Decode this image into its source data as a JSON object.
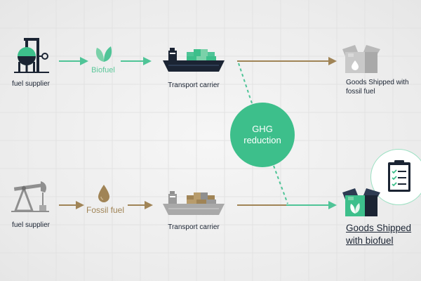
{
  "top_row": {
    "supplier_label": "fuel supplier",
    "fuel_label": "Biofuel",
    "carrier_label": "Transport carrier",
    "goods_label_line1": "Goods Shipped with",
    "goods_label_line2": "fossil fuel"
  },
  "bottom_row": {
    "supplier_label": "fuel supplier",
    "fuel_label": "Fossil fuel",
    "carrier_label": "Transport carrier",
    "goods_label_line1": "Goods Shipped",
    "goods_label_line2": "with biofuel"
  },
  "center": {
    "ghg_line1": "GHG",
    "ghg_line2": "reduction"
  },
  "colors": {
    "green": "#3dbf8b",
    "navy": "#1b2433",
    "gold": "#a08456",
    "gray": "#8f8f8f"
  },
  "icons": {
    "top_supplier": "gas-refinery-icon",
    "bottom_supplier": "oil-pump-icon",
    "biofuel": "leaf-icon",
    "fossil_fuel": "oil-drop-icon",
    "ship": "cargo-ship-icon",
    "box": "package-box-icon",
    "clipboard": "clipboard-checklist-icon"
  }
}
